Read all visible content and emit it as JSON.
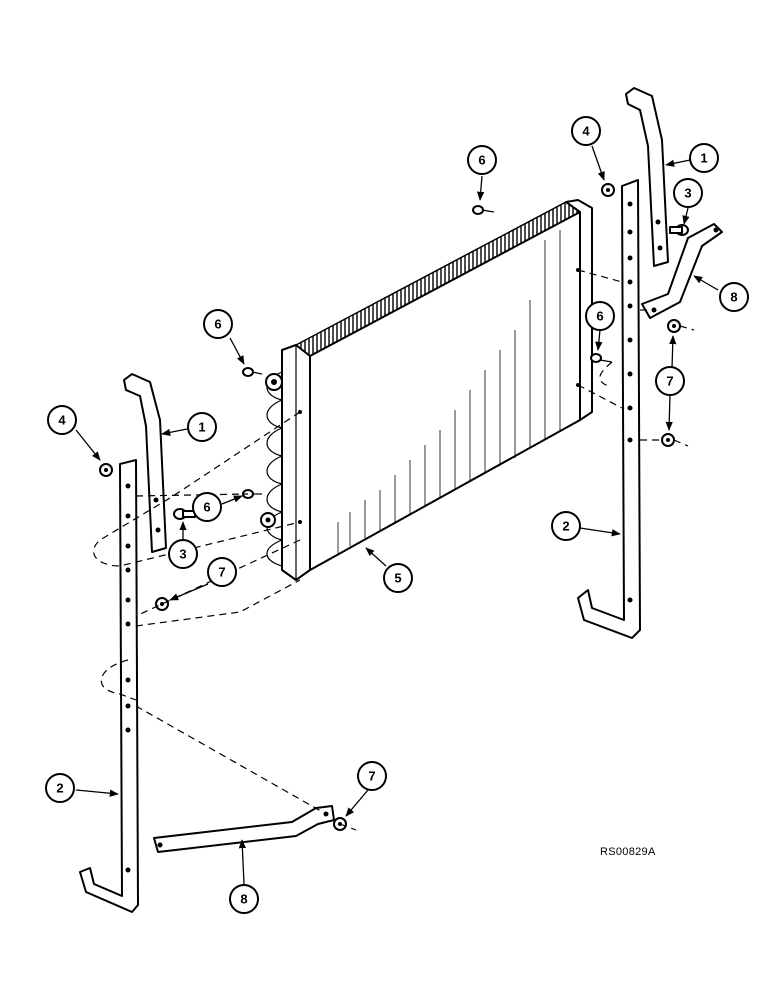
{
  "reference_code": "RS00829A",
  "callouts": {
    "c1": "1",
    "c2": "1",
    "c3": "2",
    "c4": "2",
    "c5": "3",
    "c6": "3",
    "c7": "4",
    "c8": "4",
    "c9": "5",
    "c10": "6",
    "c11": "6",
    "c12": "6",
    "c13": "6",
    "c14": "7",
    "c15": "7",
    "c16": "7",
    "c17": "8",
    "c18": "8"
  }
}
